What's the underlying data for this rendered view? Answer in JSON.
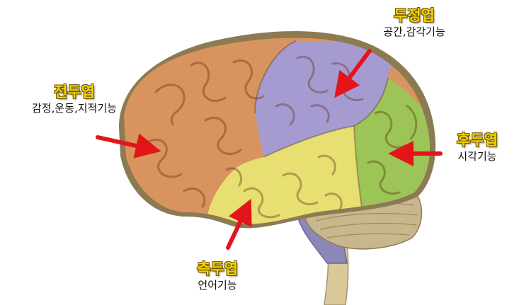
{
  "lobes": {
    "frontal": {
      "name": "전두엽",
      "function": "감정,운동,지적기능",
      "color": "#d8935e"
    },
    "parietal": {
      "name": "두정엽",
      "function": "공간,감각기능",
      "color": "#a69bd0"
    },
    "occipital": {
      "name": "후두엽",
      "function": "시각기능",
      "color": "#9cc456"
    },
    "temporal": {
      "name": "측두엽",
      "function": "언어기능",
      "color": "#e7df72"
    }
  },
  "colors": {
    "title_yellow": "#f4d300",
    "arrow_red": "#e3141a",
    "cerebellum": "#c8b78c",
    "brainstem": "#8b88b8",
    "spinal_cord": "#d9c89a"
  }
}
